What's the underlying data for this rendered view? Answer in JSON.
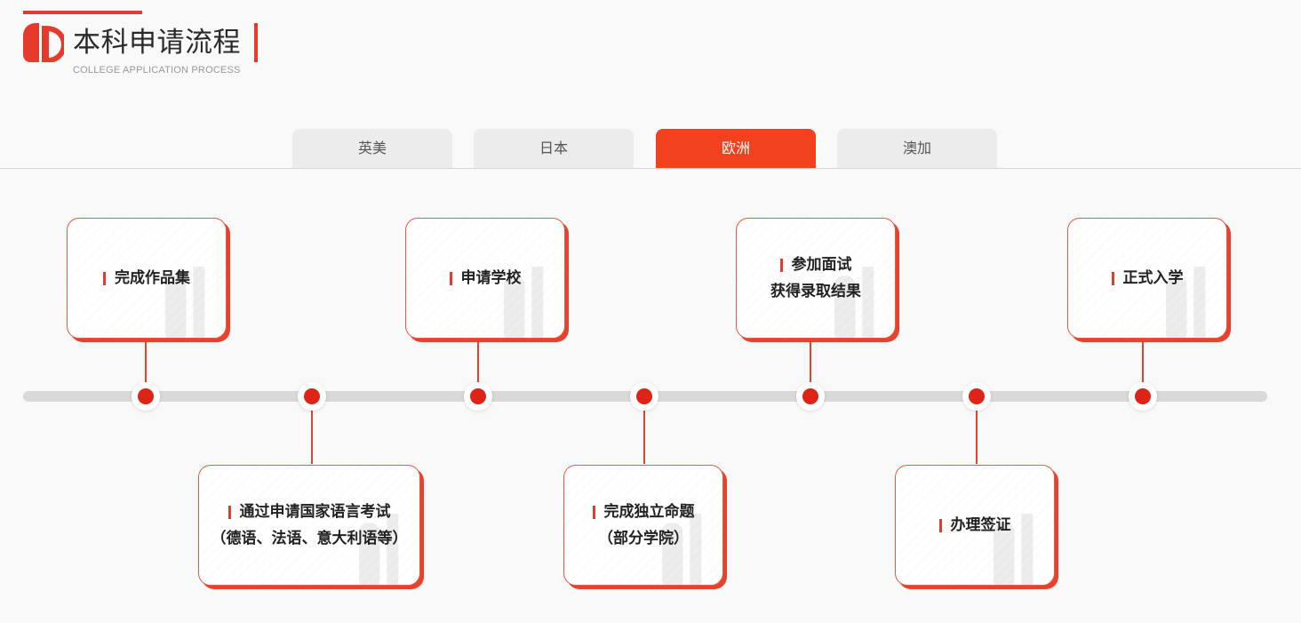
{
  "header": {
    "title": "本科申请流程",
    "subtitle": "COLLEGE APPLICATION PROCESS",
    "logo_icon": "brand-logo-icon"
  },
  "tabs": [
    {
      "label": "英美",
      "active": false
    },
    {
      "label": "日本",
      "active": false
    },
    {
      "label": "欧洲",
      "active": true
    },
    {
      "label": "澳加",
      "active": false
    }
  ],
  "timeline": {
    "steps": [
      {
        "lines": [
          "完成作品集"
        ],
        "position": "above"
      },
      {
        "lines": [
          "通过申请国家语言考试",
          "（德语、法语、意大利语等）"
        ],
        "position": "below"
      },
      {
        "lines": [
          "申请学校"
        ],
        "position": "above"
      },
      {
        "lines": [
          "完成独立命题",
          "（部分学院）"
        ],
        "position": "below"
      },
      {
        "lines": [
          "参加面试",
          "获得录取结果"
        ],
        "position": "above"
      },
      {
        "lines": [
          "办理签证"
        ],
        "position": "below"
      },
      {
        "lines": [
          "正式入学"
        ],
        "position": "above"
      }
    ]
  },
  "colors": {
    "accent": "#f2411f",
    "dot": "#dd2417",
    "track": "#d9d9d9",
    "tab_inactive": "#ececec"
  }
}
